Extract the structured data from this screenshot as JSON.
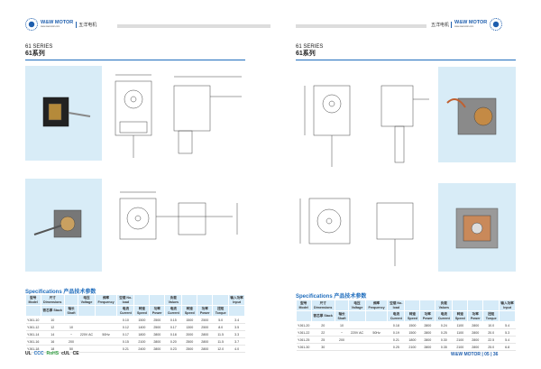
{
  "brand": {
    "name": "W&W MOTOR",
    "tagline": "www.wwmotor.com",
    "cn": "五洋电机"
  },
  "left": {
    "series": "61 SERIES",
    "series_cn": "61系列",
    "spec_title": "Specifications 产品技术参数",
    "headers": [
      "型号 Model",
      "尺寸 Dimensions",
      "",
      "电压 Voltage",
      "频率 Frequency",
      "空载 No-load",
      "",
      "",
      "负载 Values",
      "",
      "",
      "",
      "输入功率 Input"
    ],
    "subheaders": [
      "",
      "铁芯厚 Stack",
      "轴长 Shaft",
      "",
      "",
      "电流 Current",
      "转速 Speed",
      "功率 Power",
      "电流 Current",
      "转速 Speed",
      "功率 Power",
      "扭矩 Torque",
      ""
    ],
    "rows": [
      [
        "YJ61-10",
        "10",
        "",
        "",
        "",
        "0.10",
        "1500",
        "2500",
        "0.15",
        "1500",
        "2500",
        "5.0",
        "3.4"
      ],
      [
        "YJ61-12",
        "12",
        "10",
        "",
        "",
        "0.12",
        "1400",
        "2500",
        "0.17",
        "1300",
        "2500",
        "8.0",
        "3.5"
      ],
      [
        "YJ61-14",
        "14",
        "~",
        "220V AC",
        "50Hz",
        "0.17",
        "1800",
        "2800",
        "0.18",
        "2000",
        "2800",
        "11.5",
        "3.3"
      ],
      [
        "YJ61-16",
        "16",
        "200",
        "",
        "",
        "0.15",
        "2100",
        "2800",
        "0.20",
        "2500",
        "2800",
        "11.5",
        "3.7"
      ],
      [
        "YJ61-18",
        "18",
        "50",
        "",
        "",
        "0.21",
        "2400",
        "2800",
        "0.23",
        "2500",
        "2800",
        "12.0",
        "4.0"
      ]
    ],
    "certs": [
      "UL",
      "CCC",
      "RoHS",
      "cUL",
      "CE"
    ]
  },
  "right": {
    "series": "61 SERIES",
    "series_cn": "61系列",
    "spec_title": "Specifications 产品技术参数",
    "headers": [
      "型号 Model",
      "尺寸 Dimensions",
      "",
      "电压 Voltage",
      "频率 Frequency",
      "空载 No-load",
      "",
      "",
      "负载 Values",
      "",
      "",
      "",
      "输入功率 Input"
    ],
    "subheaders": [
      "",
      "铁芯厚 Stack",
      "轴长 Shaft",
      "",
      "",
      "电流 Current",
      "转速 Speed",
      "功率 Power",
      "电流 Current",
      "转速 Speed",
      "功率 Power",
      "扭矩 Torque",
      ""
    ],
    "rows": [
      [
        "YJ61-20",
        "20",
        "10",
        "",
        "",
        "0.18",
        "1500",
        "2800",
        "0.24",
        "1100",
        "2800",
        "10.0",
        "5.4"
      ],
      [
        "YJ61-22",
        "22",
        "~",
        "220V AC",
        "50Hz",
        "0.19",
        "1500",
        "2800",
        "0.25",
        "1100",
        "2800",
        "20.0",
        "5.3"
      ],
      [
        "YJ61-25",
        "25",
        "200",
        "",
        "",
        "0.21",
        "1800",
        "2800",
        "0.30",
        "2100",
        "2800",
        "22.5",
        "5.4"
      ],
      [
        "YJ61-30",
        "30",
        "",
        "",
        "",
        "0.25",
        "2100",
        "2800",
        "0.35",
        "2100",
        "2800",
        "25.0",
        "6.8"
      ]
    ],
    "footer": "W&W MOTOR | 05 | 36"
  }
}
